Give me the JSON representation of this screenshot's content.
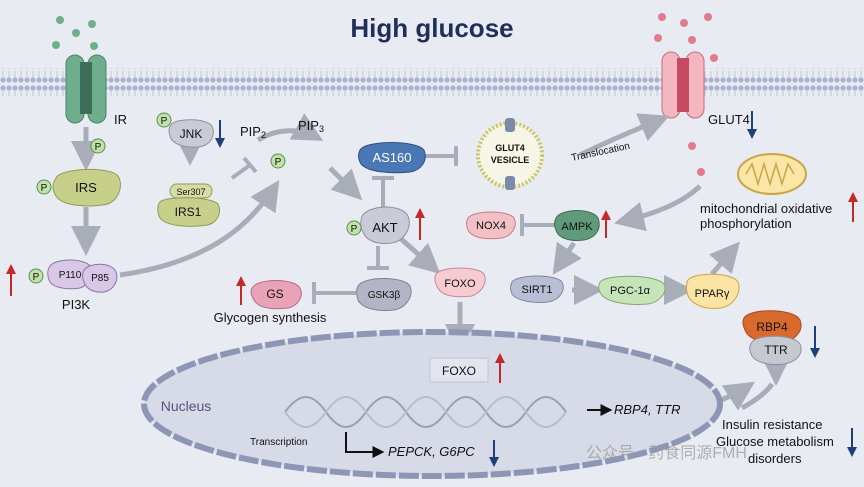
{
  "title": "High glucose",
  "receptors": {
    "ir": "IR",
    "glut4": "GLUT4"
  },
  "proteins": {
    "p": "P",
    "irs": "IRS",
    "jnk": "JNK",
    "ser307": "Ser307",
    "irs1": "IRS1",
    "p110": "P110",
    "p85": "P85",
    "pi3k": "PI3K",
    "pip2_base": "PIP",
    "pip2_sub": "2",
    "pip3_base": "PIP",
    "pip3_sub": "3",
    "as160": "AS160",
    "glut4_vesicle_line1": "GLUT4",
    "glut4_vesicle_line2": "VESICLE",
    "translocation": "Translocation",
    "akt": "AKT",
    "nox4": "NOX4",
    "ampk": "AMPK",
    "foxo": "FOXO",
    "foxo_nucleus": "FOXO",
    "gs": "GS",
    "gsk3b": "GSK3β",
    "sirt1": "SIRT1",
    "pgc1a": "PGC-1α",
    "ppar_base": "PAR",
    "ppar_gamma": "γ",
    "ppar_P": "P",
    "rbp4": "RBP4",
    "ttr": "TTR"
  },
  "labels": {
    "glycogen_synthesis": "Glycogen synthesis",
    "mito_line1": "mitochondrial oxidative",
    "mito_line2": "phosphorylation",
    "nucleus": "Nucleus",
    "transcription": "Transcription",
    "pepck_g6pc": "PEPCK, G6PC",
    "rbp4_ttr": "RBP4, TTR",
    "outcome_line1": "Insulin resistance",
    "outcome_line2": "Glucose metabolism",
    "outcome_line3": "disorders"
  },
  "regulation": {
    "jnk": "down",
    "pi3k": "up",
    "akt": "up",
    "gs": "up",
    "ampk": "up",
    "glut4": "down",
    "foxo_nucleus": "up",
    "mito": "up",
    "rbp4_ttr": "down",
    "pepck_g6pc": "down",
    "outcome": "down"
  },
  "watermark": "公众号 · 药食同源FMH",
  "colors": {
    "up": "#c62828",
    "down": "#1f3f7a",
    "title": "#1f2f5a",
    "ir": "#6fae8c",
    "glut4": "#e07b8c",
    "membrane": "#9aa7c7"
  }
}
